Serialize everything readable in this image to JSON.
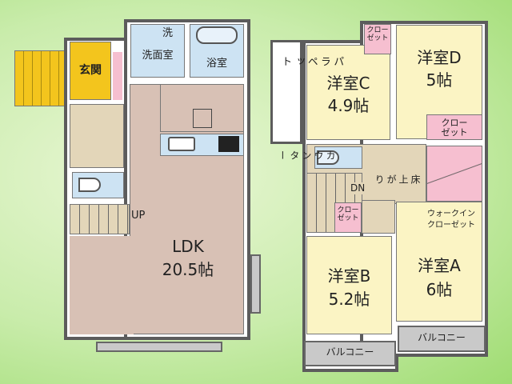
{
  "floor1": {
    "genkan": "玄関",
    "washroom": "洗面室",
    "washer": "洗",
    "bathroom": "浴室",
    "stairs_up": "UP",
    "ldk_name": "LDK",
    "ldk_size": "20.5帖"
  },
  "floor2": {
    "parapet": "パラペット",
    "counter": "カウンター",
    "closet": "クローゼット",
    "closet_top": "クロー",
    "closet_bottom": "ゼット",
    "room_c_name": "洋室C",
    "room_c_size": "4.9帖",
    "room_d_name": "洋室D",
    "room_d_size": "5帖",
    "room_b_name": "洋室B",
    "room_b_size": "5.2帖",
    "room_a_name": "洋室A",
    "room_a_size": "6帖",
    "stairs_down": "DN",
    "step_up": "床上がり",
    "wic_line1": "ウォークイン",
    "wic_line2": "クローゼット",
    "balcony_b": "バルコニー",
    "balcony_a": "バルコニー"
  }
}
